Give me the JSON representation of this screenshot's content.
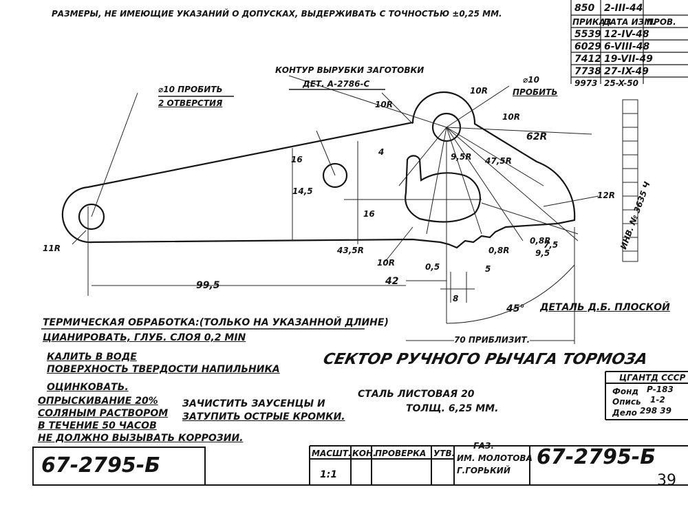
{
  "header_note": "РАЗМЕРЫ, НЕ ИМЕЮЩИЕ УКАЗАНИЙ О ДОПУСКАХ, ВЫДЕРЖИВАТЬ С ТОЧНОСТЬЮ ±0,25 ММ.",
  "revisions": {
    "top_row": {
      "order": "850",
      "date": "2-III-44"
    },
    "headers": {
      "order": "ПРИКАЗ",
      "date": "ДАТА ИЗМ.",
      "check": "ПРОВ."
    },
    "rows": [
      {
        "order": "5539",
        "date": "12-IV-48"
      },
      {
        "order": "6029",
        "date": "6-VIII-48"
      },
      {
        "order": "7412",
        "date": "19-VII-49"
      },
      {
        "order": "7738",
        "date": "27-IX-49"
      },
      {
        "order": "9973",
        "date": "25-X-50"
      }
    ]
  },
  "callouts": {
    "holes": [
      "⌀10  ПРОБИТЬ",
      "2 ОТВЕРСТИЯ"
    ],
    "contour": [
      "КОНТУР ВЫРУБКИ ЗАГОТОВКИ",
      "ДЕТ. А-2786-С"
    ],
    "dia10_right": "⌀10",
    "dia10_right_note": "ПРОБИТЬ",
    "flat_detail": "ДЕТАЛЬ  Д.Б. ПЛОСКОЙ",
    "approx": "70 ПРИБЛИЗИТ."
  },
  "dimensions": {
    "r10_top": "10R",
    "r10_left": "10R",
    "r10_right": "10R",
    "r10_bottom": "10R",
    "r62": "62R",
    "r47_5": "47,5R",
    "r9_5": "9,5R",
    "r12": "12R",
    "r11": "11R",
    "r43_5": "43,5R",
    "r0_8a": "0,8R",
    "r0_8b": "0,8R",
    "d4": "4",
    "d16a": "16",
    "d14_5": "14,5",
    "d16b": "16",
    "d99_5": "99,5",
    "d42": "42",
    "d0_5": "0,5",
    "d5": "5",
    "d8": "8",
    "d7_5": "7,5",
    "d9_5": "9,5",
    "a45": "45°"
  },
  "notes": {
    "heat": "ТЕРМИЧЕСКАЯ ОБРАБОТКА:(ТОЛЬКО НА УКАЗАННОЙ ДЛИНЕ)",
    "cyan": "ЦИАНИРОВАТЬ, ГЛУБ. СЛОЯ 0,2 MIN",
    "quench1": "КАЛИТЬ В ВОДЕ",
    "quench2": "ПОВЕРХНОСТЬ ТВЕРДОСТИ НАПИЛЬНИКА",
    "zinc": "ОЦИНКОВАТЬ.",
    "spray1": "ОПРЫСКИВАНИЕ 20%",
    "spray2": "СОЛЯНЫМ РАСТВОРОМ",
    "spray3": "В ТЕЧЕНИЕ 50 ЧАСОВ",
    "spray4": "НЕ ДОЛЖНО ВЫЗЫВАТЬ КОРРОЗИИ.",
    "deburr1": "ЗАЧИСТИТЬ ЗАУСЕНЦЫ И",
    "deburr2": "ЗАТУПИТЬ ОСТРЫЕ КРОМКИ."
  },
  "title": "СЕКТОР РУЧНОГО РЫЧАГА ТОРМОЗА",
  "material": {
    "line1": "СТАЛЬ ЛИСТОВАЯ 20",
    "line2": "ТОЛЩ. 6,25 ММ."
  },
  "stamp": {
    "line1": "ЦГАНТД СССР",
    "fond": "Фонд",
    "fond_val": "Р-183",
    "opis": "Опись",
    "opis_val": "1-2",
    "delo": "Дело",
    "delo_val": "298 39"
  },
  "margin_notes": {
    "inv": "ИНВ. № 3635 Ч"
  },
  "title_block": {
    "part_no_left": "67-2795-Б",
    "part_no_right": "67-2795-Б",
    "h_scale": "МАСШТ.",
    "h_con": "КОН.",
    "h_check": "ПРОВЕРКА",
    "h_appr": "УТВ.",
    "scale": "1:1",
    "plant": [
      "ГАЗ.",
      "ИМ. МОЛОТОВА",
      "Г.ГОРЬКИЙ"
    ],
    "sheet": "39"
  }
}
